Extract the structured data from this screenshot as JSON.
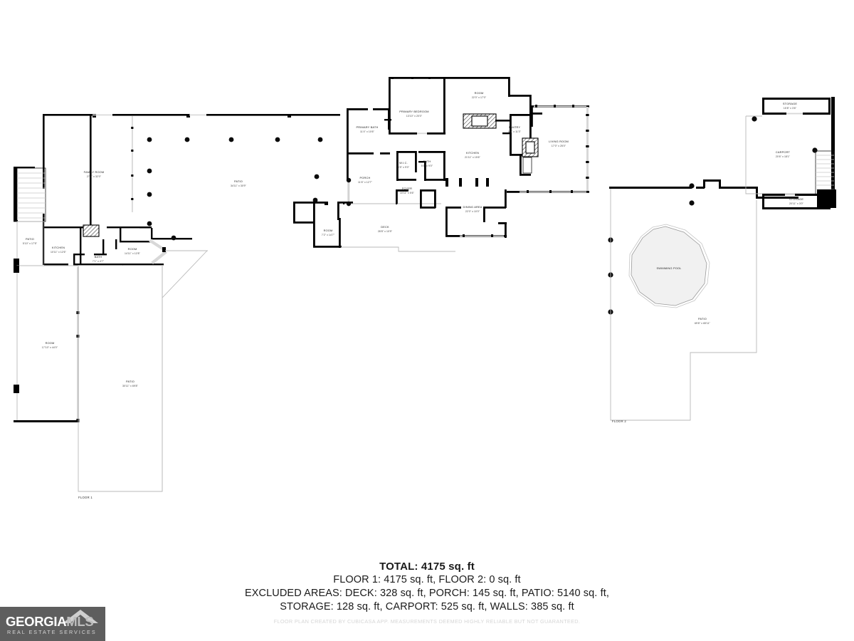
{
  "document": {
    "type": "real-estate-floor-plan",
    "background_color": "#ffffff",
    "wall_color": "#000000",
    "pool_fill_color": "#f1f1f1"
  },
  "summary": {
    "total_label": "TOTAL: 4175 sq. ft",
    "floors_line": "FLOOR 1: 4175 sq. ft, FLOOR 2: 0 sq. ft",
    "excluded_line_1": "EXCLUDED AREAS: DECK: 328 sq. ft, PORCH: 145 sq. ft, PATIO: 5140 sq. ft,",
    "excluded_line_2": "STORAGE: 128 sq. ft, CARPORT: 525 sq. ft, WALLS: 385 sq. ft",
    "disclaimer": "FLOOR PLAN CREATED BY CUBICASA APP. MEASUREMENTS DEEMED HIGHLY RELIABLE BUT NOT GUARANTEED."
  },
  "logo": {
    "brand_primary": "GEORGIA",
    "brand_secondary": "MLS",
    "tagline": "REAL ESTATE SERVICES",
    "background_color": "#5e5e5e"
  },
  "floor_labels": {
    "floor_1": "FLOOR 1",
    "floor_2": "FLOOR 2"
  },
  "rooms": [
    {
      "id": "family-room",
      "label": "FAMILY ROOM",
      "dim": "27'4\" x 32'0\""
    },
    {
      "id": "patio-left",
      "label": "PATIO",
      "dim": "5'10\" x 17'5\""
    },
    {
      "id": "kitchen-left",
      "label": "KITCHEN",
      "dim": "10'11\" x 12'6\""
    },
    {
      "id": "bath-left",
      "label": "BATH",
      "dim": "7'1\" x 4'7\""
    },
    {
      "id": "room-left",
      "label": "ROOM",
      "dim": "14'11\" x 12'8\""
    },
    {
      "id": "room-lower-left",
      "label": "ROOM",
      "dim": "17'10\" x 44'0\""
    },
    {
      "id": "patio-main",
      "label": "PATIO",
      "dim": "34'11\" x 30'9\""
    },
    {
      "id": "patio-lower",
      "label": "PATIO",
      "dim": "30'11\" x 69'8\""
    },
    {
      "id": "primary-bath",
      "label": "PRIMARY BATH",
      "dim": "11'4\" x 10'6\""
    },
    {
      "id": "primary-bedroom",
      "label": "PRIMARY BEDROOM",
      "dim": "13'10\" x 20'0\""
    },
    {
      "id": "room-top",
      "label": "ROOM",
      "dim": "22'0\" x 17'0\""
    },
    {
      "id": "pantry",
      "label": "PANTRY",
      "dim": "5'8\" x 11'3\""
    },
    {
      "id": "living-room",
      "label": "LIVING ROOM",
      "dim": "17'0\" x 25'0\""
    },
    {
      "id": "kitchen-main",
      "label": "KITCHEN",
      "dim": "21'11\" x 15'6\""
    },
    {
      "id": "wic",
      "label": "W.I.C.",
      "dim": "8'5\" x 9'0\""
    },
    {
      "id": "bath-main",
      "label": "BATH",
      "dim": "5'1\" x 9'0\""
    },
    {
      "id": "porch",
      "label": "PORCH",
      "dim": "11'6\" x 12'7\""
    },
    {
      "id": "foyer",
      "label": "FOYER",
      "dim": "10'11\" x 5'6\""
    },
    {
      "id": "dining-area",
      "label": "DINING AREA",
      "dim": "22'0\" x 10'0\""
    },
    {
      "id": "deck",
      "label": "DECK",
      "dim": "28'8\" x 10'9\""
    },
    {
      "id": "room-center",
      "label": "ROOM",
      "dim": "7'2\" x 14'7\""
    },
    {
      "id": "swimming-pool",
      "label": "SWIMMING POOL",
      "dim": ""
    },
    {
      "id": "patio-pool",
      "label": "PATIO",
      "dim": "69'8\" x 65'11\""
    },
    {
      "id": "storage-top",
      "label": "STORAGE",
      "dim": "15'8\" x 3'6\""
    },
    {
      "id": "carport",
      "label": "CARPORT",
      "dim": "20'6\" x 18'1\""
    },
    {
      "id": "storage-bottom",
      "label": "STORAGE",
      "dim": "20'11\" x 3'0\""
    }
  ]
}
